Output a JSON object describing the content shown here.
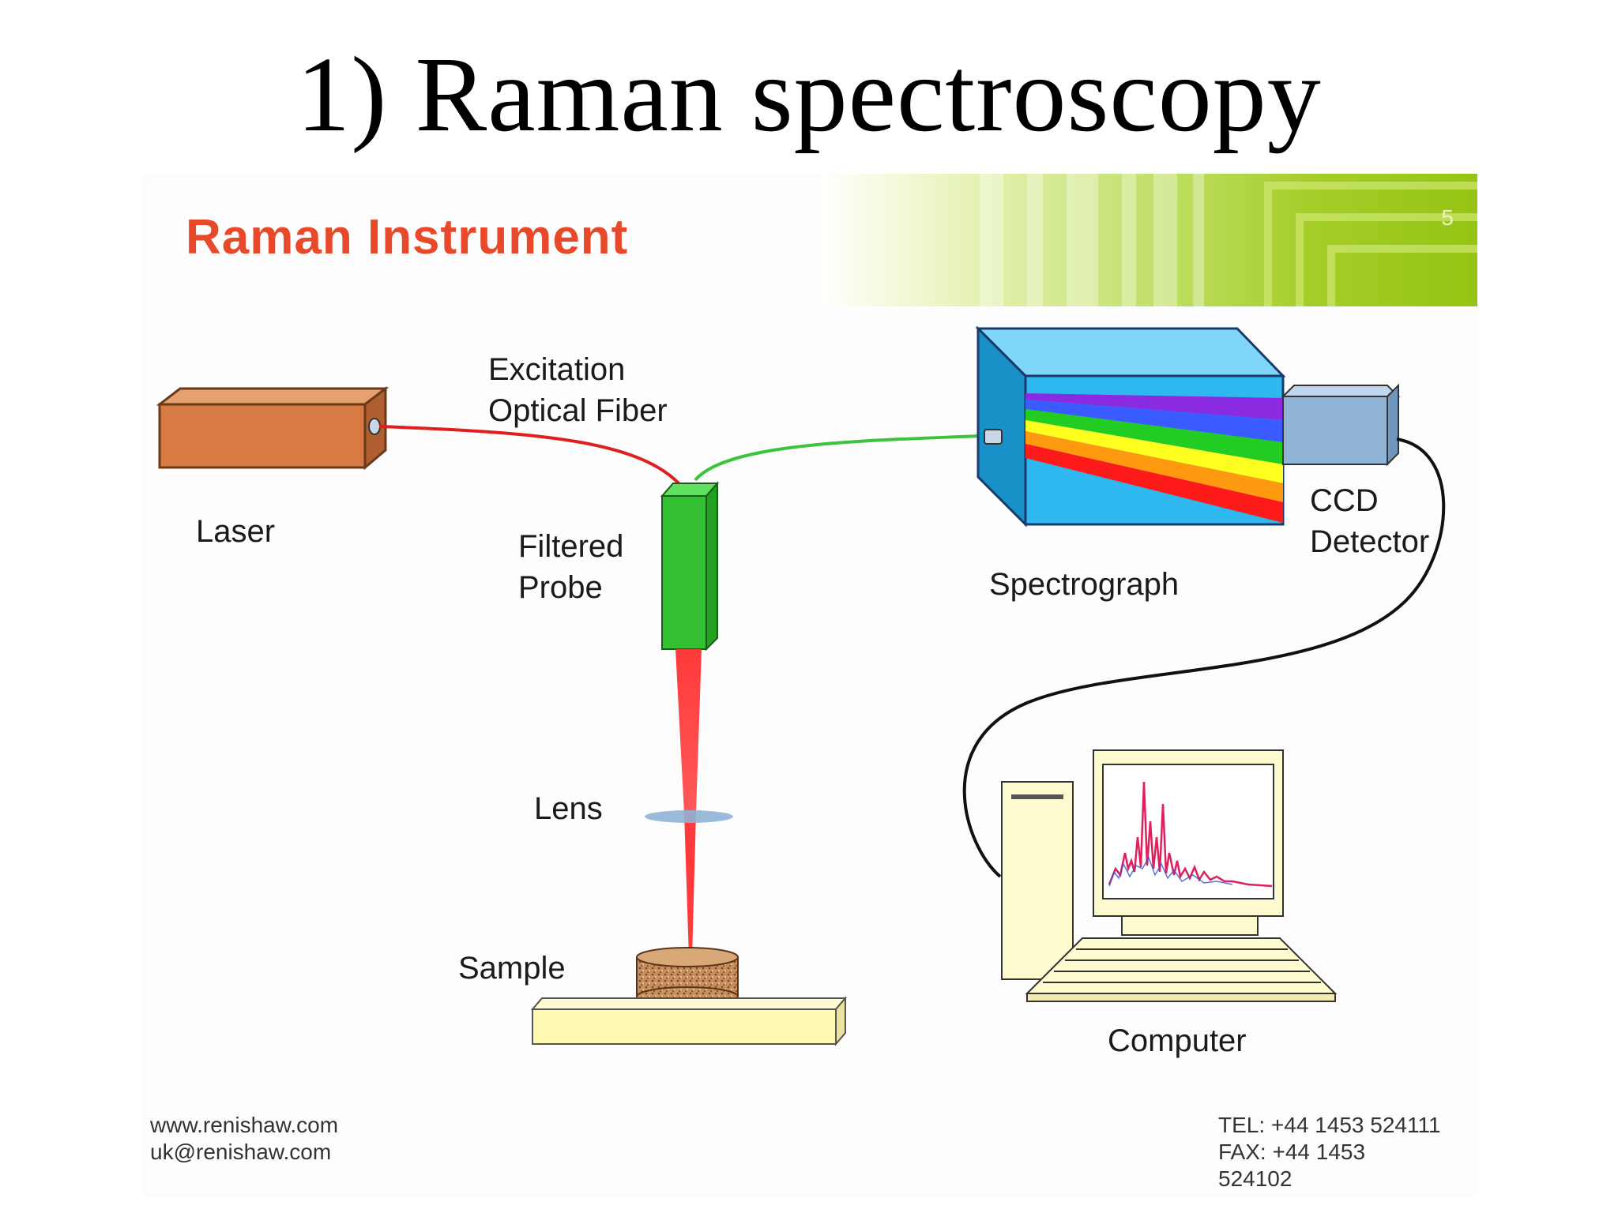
{
  "slide_title": "1) Raman spectroscopy",
  "instrument_title": "Raman Instrument",
  "slide_number": "5",
  "labels": {
    "laser": "Laser",
    "excitation_fiber_line1": "Excitation",
    "excitation_fiber_line2": "Optical Fiber",
    "filtered_probe_line1": "Filtered",
    "filtered_probe_line2": "Probe",
    "lens": "Lens",
    "sample": "Sample",
    "spectrograph": "Spectrograph",
    "ccd_line1": "CCD",
    "ccd_line2": "Detector",
    "computer": "Computer"
  },
  "footer": {
    "website": "www.renishaw.com",
    "email": "uk@renishaw.com",
    "tel": "TEL:  +44 1453 524111",
    "fax": "FAX:  +44 1453",
    "fax_cont": "524102"
  },
  "colors": {
    "instrument_title": "#e8492a",
    "laser_box": "#d87a44",
    "excitation_fiber": "#e02020",
    "collection_fiber": "#3cc43c",
    "probe": "#33c033",
    "spectrograph": "#2fb8f0",
    "ccd": "#8fb4d6",
    "banner": "#9acd1a"
  }
}
